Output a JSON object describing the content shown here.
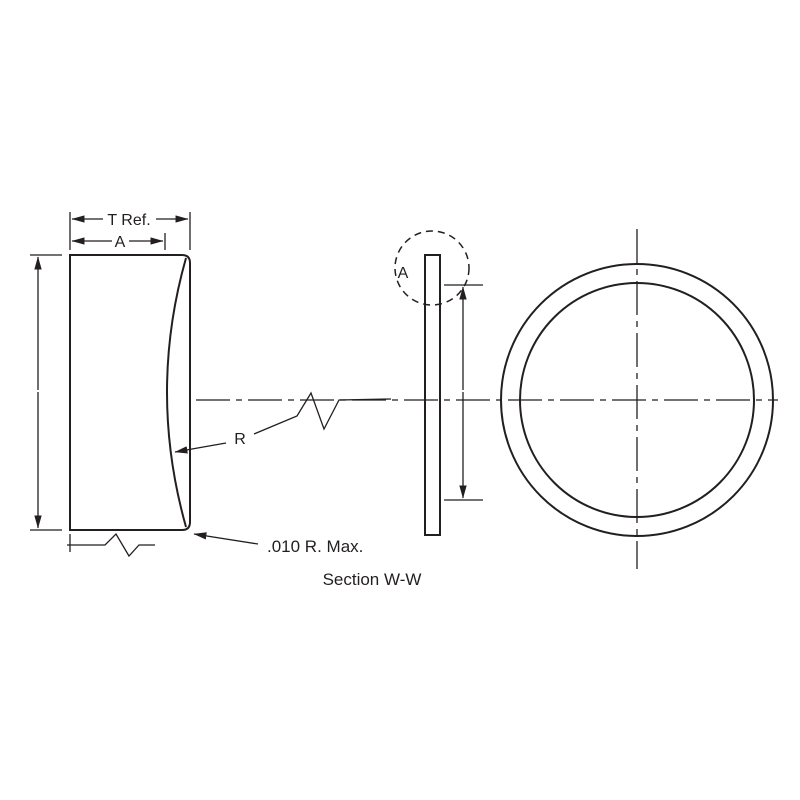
{
  "drawing": {
    "view_title": "Section W-W",
    "dimensions": {
      "thickness_reference": "T Ref.",
      "width_a": "A",
      "radius_label": "R",
      "detail_label": "A",
      "corner_radius_note": ".010 R. Max."
    },
    "colors": {
      "line": "#231f20",
      "background": "#ffffff"
    }
  }
}
